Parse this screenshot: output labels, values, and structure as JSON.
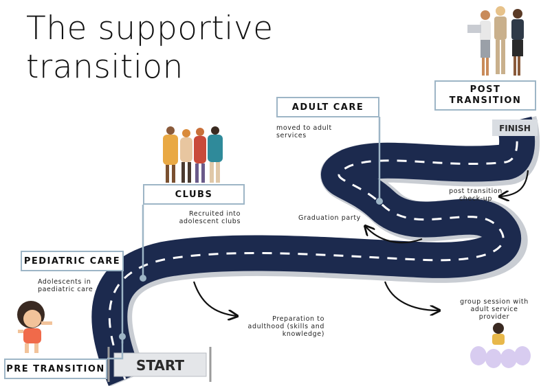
{
  "title_line1": "The supportive",
  "title_line2": "transition",
  "stages": {
    "pre_transition": "PRE TRANSITION",
    "pediatric_care": "PEDIATRIC CARE",
    "clubs": "CLUBS",
    "adult_care": "ADULT CARE",
    "post_transition_line1": "POST",
    "post_transition_line2": "TRANSITION"
  },
  "notes": {
    "pediatric_line1": "Adolescents in",
    "pediatric_line2": "paediatric care",
    "clubs_line1": "Recruited into",
    "clubs_line2": "adolescent clubs",
    "adult_line1": "moved to adult",
    "adult_line2": "services",
    "graduation": "Graduation party",
    "preparation_line1": "Preparation  to",
    "preparation_line2": "adulthood (skills and",
    "preparation_line3": "knowledge)",
    "checkup_line1": "post transition",
    "checkup_line2": "check-up",
    "group_line1": "group session with",
    "group_line2": "adult service",
    "group_line3": "provider"
  },
  "banners": {
    "start": "START",
    "finish": "FINISH"
  },
  "colors": {
    "road": "#1c2a4e",
    "road_shadow": "#c9cdd3",
    "connector": "#9db5c6",
    "box_border": "#9db5c6"
  }
}
